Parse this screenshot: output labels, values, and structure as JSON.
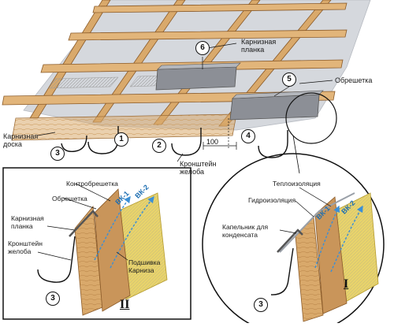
{
  "labels": {
    "karniznaya_planka": "Карнизная\nпланка",
    "obreshetka": "Обрешетка",
    "karniznaya_doska": "Карнизная\nдоска",
    "kronshtein_zheloba": "Кронштейн\nжелоба",
    "dim_100": "100"
  },
  "numbers": [
    "1",
    "2",
    "3",
    "4",
    "5",
    "6"
  ],
  "detail_ii": {
    "roman": "II",
    "kontrobreshetka": "Контробрешетка",
    "obreshetka": "Обрешетка",
    "karniznaya_planka": "Карнизная\nпланка",
    "kronshtein_zheloba": "Кронштейн\nжелоба",
    "podshivka_karniza": "Подшивка\nКарниза",
    "vk1": "ВК-1",
    "vk2": "ВК-2",
    "marker": "3"
  },
  "detail_i": {
    "roman": "I",
    "teploizolyaciya": "Теплоизоляция",
    "gidroizolyaciya": "Гидроизоляция",
    "kapelnik": "Капельник для\nконденсата",
    "vk1": "ВК-1",
    "vk2": "ВК-2",
    "marker": "3"
  },
  "colors": {
    "wood": "#d9a96b",
    "wood_dark": "#a86f34",
    "metal": "#8c8f96",
    "insulation": "#e9d46a",
    "airflow": "#3b8fd6",
    "membrane": "#c8ccd2"
  }
}
